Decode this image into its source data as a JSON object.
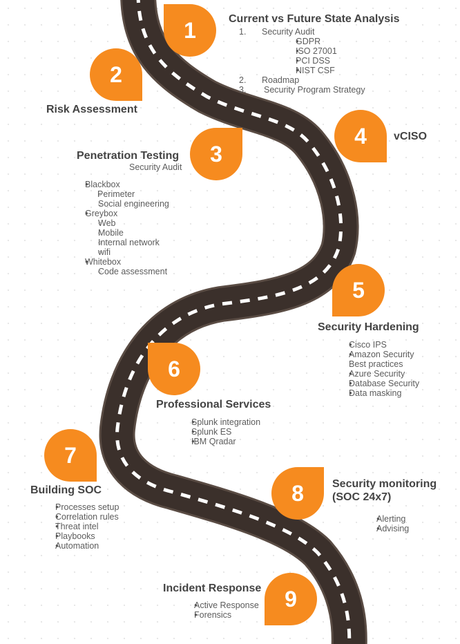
{
  "colors": {
    "road": "#3b302b",
    "road_edge": "#5a4c44",
    "marker": "#f68b1f",
    "dash": "#ffffff"
  },
  "steps": [
    {
      "num": "1",
      "title": "Current vs Future State Analysis"
    },
    {
      "num": "2",
      "title": "Risk Assessment"
    },
    {
      "num": "3",
      "title": "Penetration Testing"
    },
    {
      "num": "4",
      "title": "vCISO"
    },
    {
      "num": "5",
      "title": "Security Hardening"
    },
    {
      "num": "6",
      "title": "Professional Services"
    },
    {
      "num": "7",
      "title": "Building SOC"
    },
    {
      "num": "8",
      "title": "Security monitoring (SOC 24x7)"
    },
    {
      "num": "9",
      "title": "Incident Response"
    }
  ],
  "analysis": {
    "items": [
      {
        "marker": "1.",
        "label": "Security Audit"
      },
      {
        "marker": "2.",
        "label": "Roadmap"
      },
      {
        "marker": "3.",
        "label": "Security Program Strategy"
      }
    ],
    "audit_sub": [
      "GDPR",
      "ISO 27001",
      "PCI DSS",
      "NIST CSF"
    ]
  },
  "pentest": {
    "subtitle": "Security Audit",
    "blackbox": {
      "label": "Blackbox",
      "sub": [
        "Perimeter",
        "Social engineering"
      ]
    },
    "greybox": {
      "label": "Greybox",
      "sub": [
        "Web",
        "Mobile",
        "Internal network",
        "wifi"
      ]
    },
    "whitebox": {
      "label": "Whitebox",
      "sub": [
        "Code assessment"
      ]
    }
  },
  "hardening": [
    "Cisco IPS",
    "Amazon Security",
    "Best practices",
    "Azure Security",
    "Database Security",
    "Data masking"
  ],
  "services": [
    "Splunk integration",
    "Splunk ES",
    "IBM Qradar"
  ],
  "soc": [
    "Processes setup",
    "Correlation rules",
    "Threat intel",
    "Playbooks",
    "Automation"
  ],
  "monitoring": [
    "Alerting",
    "Advising"
  ],
  "incident": [
    "Active Response",
    "Forensics"
  ]
}
